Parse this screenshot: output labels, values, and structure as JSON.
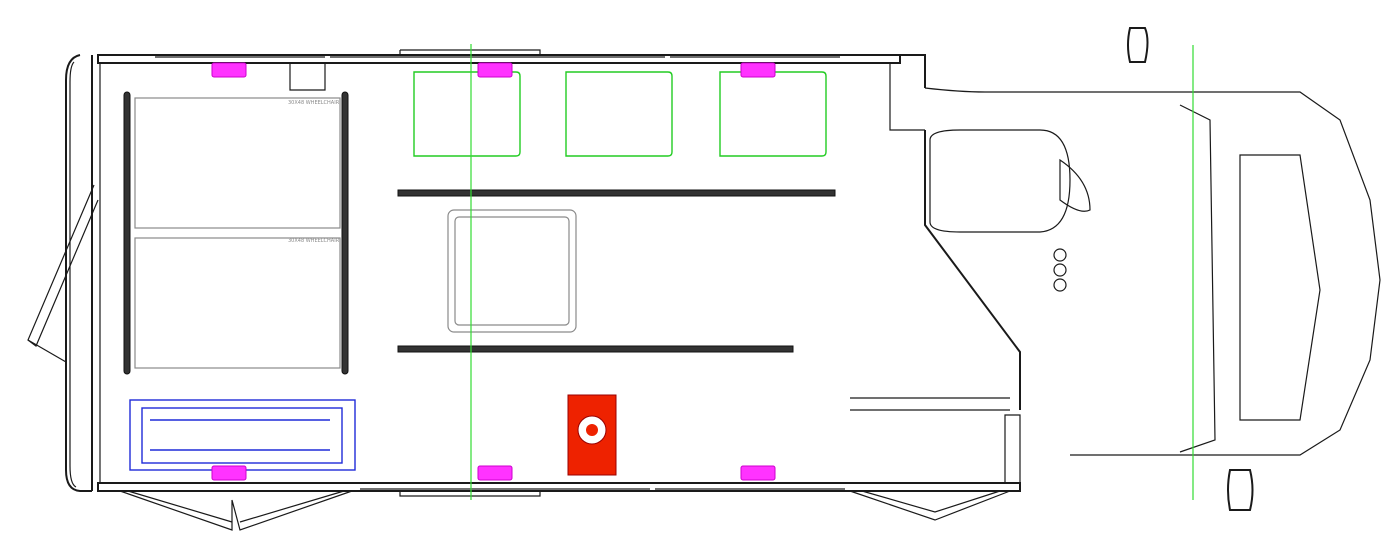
{
  "diagram": {
    "wheelchair_labels": [
      "30X48 WHEELCHAIR",
      "30X48 WHEELCHAIR"
    ],
    "colors": {
      "outline": "#1a1a1a",
      "seats": "#22cc22",
      "wheelchair_area": "#8a8a8a",
      "lift": "#1f2bd8",
      "anchors": "#ff33ff",
      "extinguisher": "#ee2200"
    },
    "icons": [
      "wheelchair-space",
      "passenger-seat",
      "wheelchair-lift",
      "fire-extinguisher",
      "side-mirror",
      "steering-wheel"
    ]
  }
}
